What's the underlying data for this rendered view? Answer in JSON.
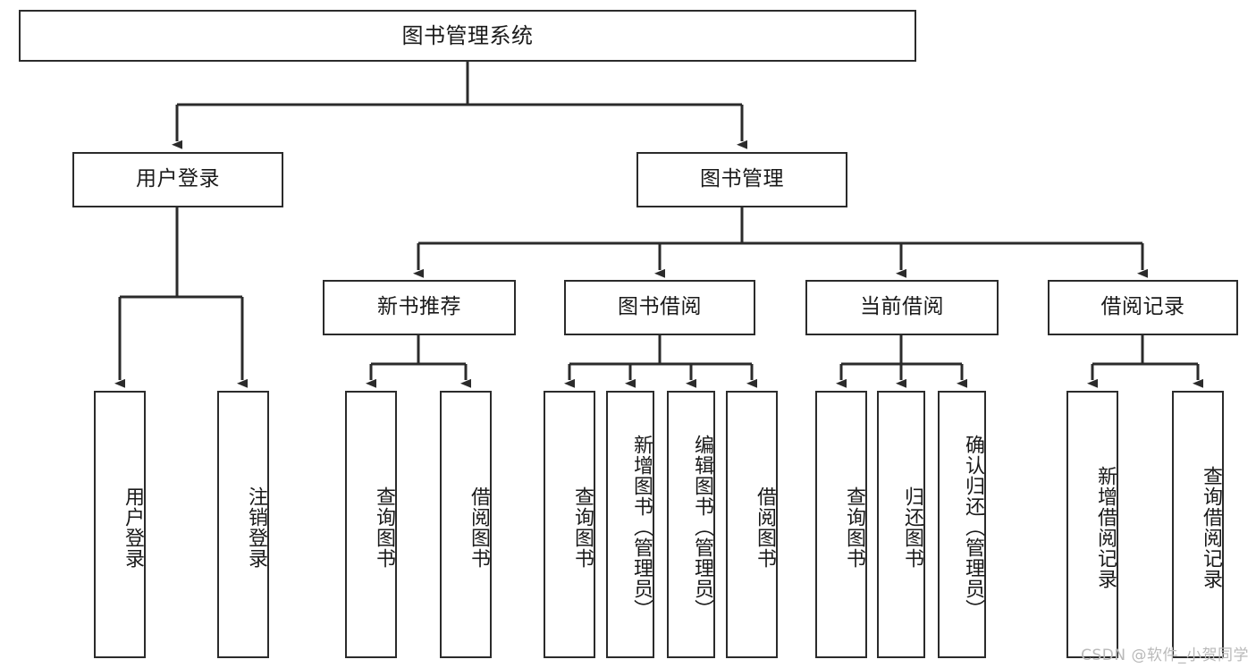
{
  "diagram": {
    "title": "图书管理系统",
    "type": "tree",
    "orientation": "top-down",
    "stroke_color": "#2b2b2b",
    "fill_color": "#ffffff",
    "text_color": "#1a1a1a",
    "root": {
      "label": "图书管理系统"
    },
    "level1": [
      {
        "label": "用户登录"
      },
      {
        "label": "图书管理"
      }
    ],
    "level2": [
      {
        "label": "新书推荐"
      },
      {
        "label": "图书借阅"
      },
      {
        "label": "当前借阅"
      },
      {
        "label": "借阅记录"
      }
    ],
    "leaves": {
      "user_login": [
        {
          "label": "用户登录"
        },
        {
          "label": "注销登录"
        }
      ],
      "new_book_recommend": [
        {
          "label": "查询图书"
        },
        {
          "label": "借阅图书"
        }
      ],
      "book_borrow": [
        {
          "label": "查询图书"
        },
        {
          "label": "新增图书（管理员）"
        },
        {
          "label": "编辑图书（管理员）"
        },
        {
          "label": "借阅图书"
        }
      ],
      "current_borrow": [
        {
          "label": "查询图书"
        },
        {
          "label": "归还图书"
        },
        {
          "label": "确认归还（管理员）"
        }
      ],
      "borrow_record": [
        {
          "label": "新增借阅记录"
        },
        {
          "label": "查询借阅记录"
        }
      ]
    }
  },
  "watermark": {
    "text": "CSDN @软件_小贺同学"
  }
}
